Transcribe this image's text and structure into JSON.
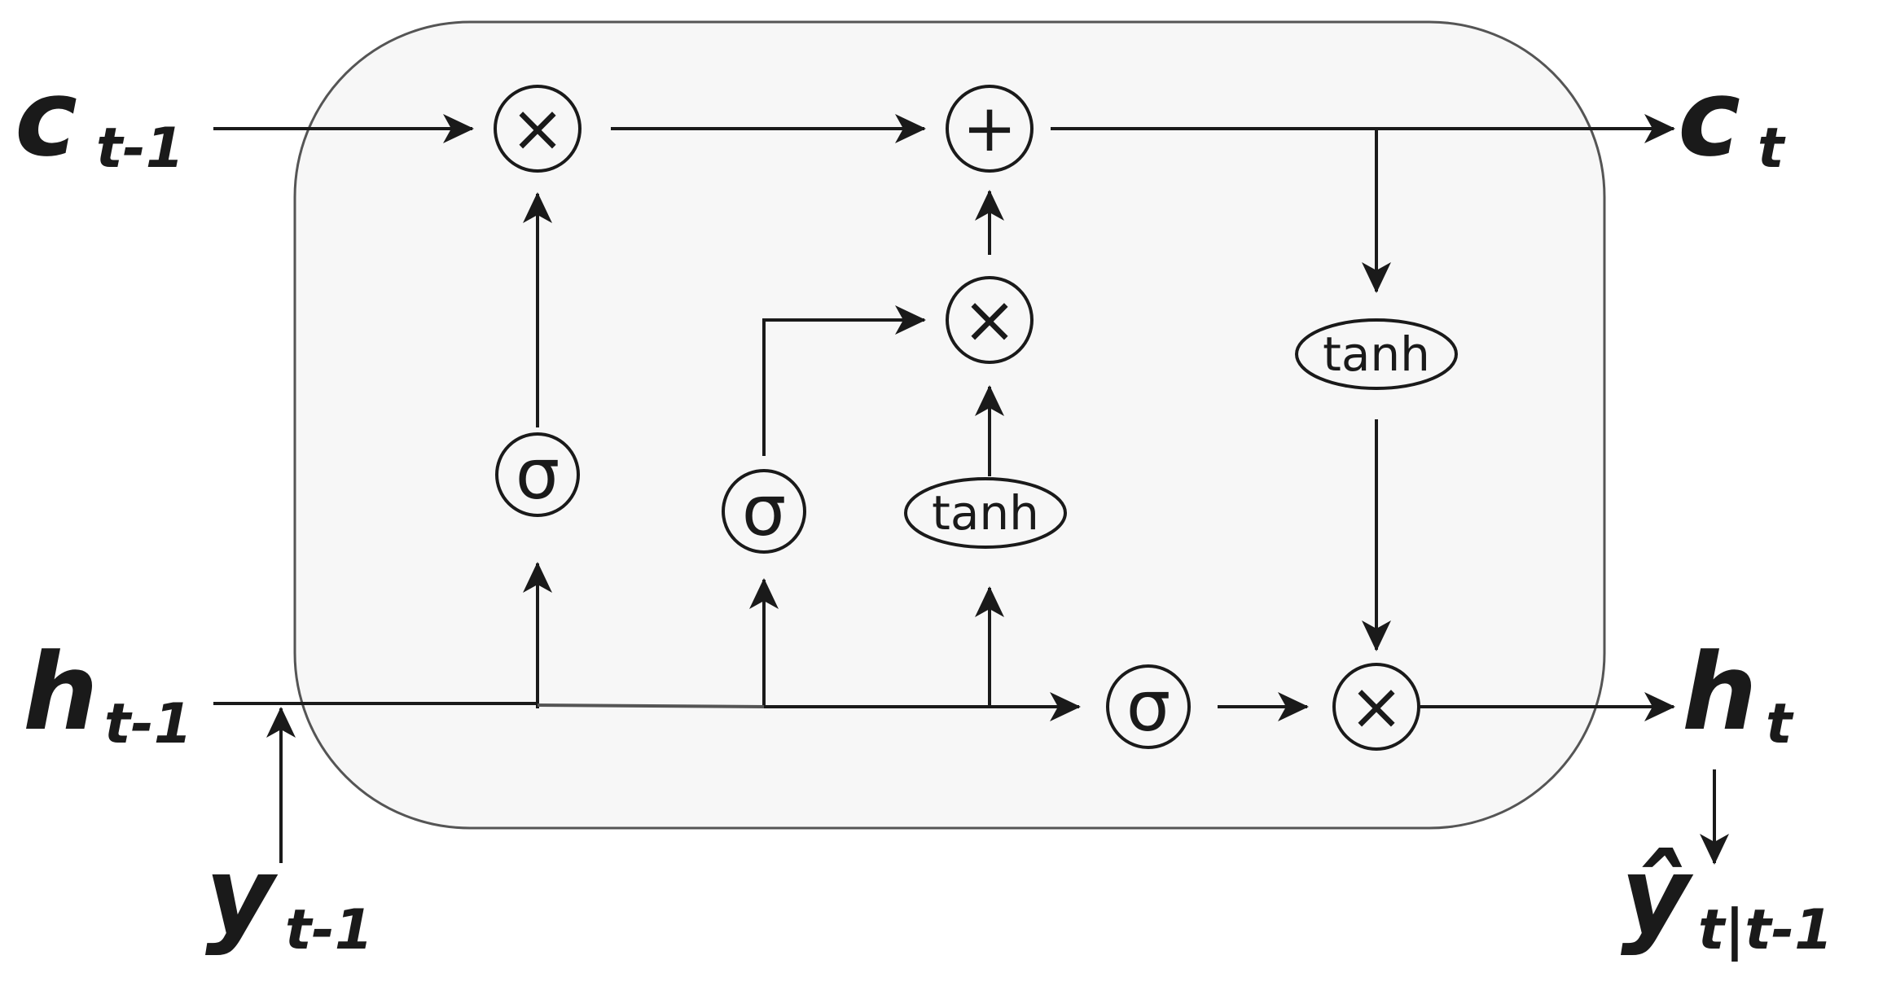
{
  "labels": {
    "c_prev": {
      "base": "c",
      "sub": "t-1"
    },
    "c_next": {
      "base": "c",
      "sub": "t"
    },
    "h_prev": {
      "base": "h",
      "sub": "t-1"
    },
    "h_next": {
      "base": "h",
      "sub": "t"
    },
    "y_prev": {
      "base": "y",
      "sub": "t-1"
    },
    "y_hat": {
      "base": "ŷ",
      "sub": "t|t-1"
    }
  },
  "ops": {
    "multiply": "×",
    "add": "+",
    "sigma": "σ",
    "tanh": "tanh"
  },
  "colors": {
    "stroke": "#1a1a1a",
    "cell_fill": "#f7f7f7",
    "cell_stroke": "#555555"
  }
}
